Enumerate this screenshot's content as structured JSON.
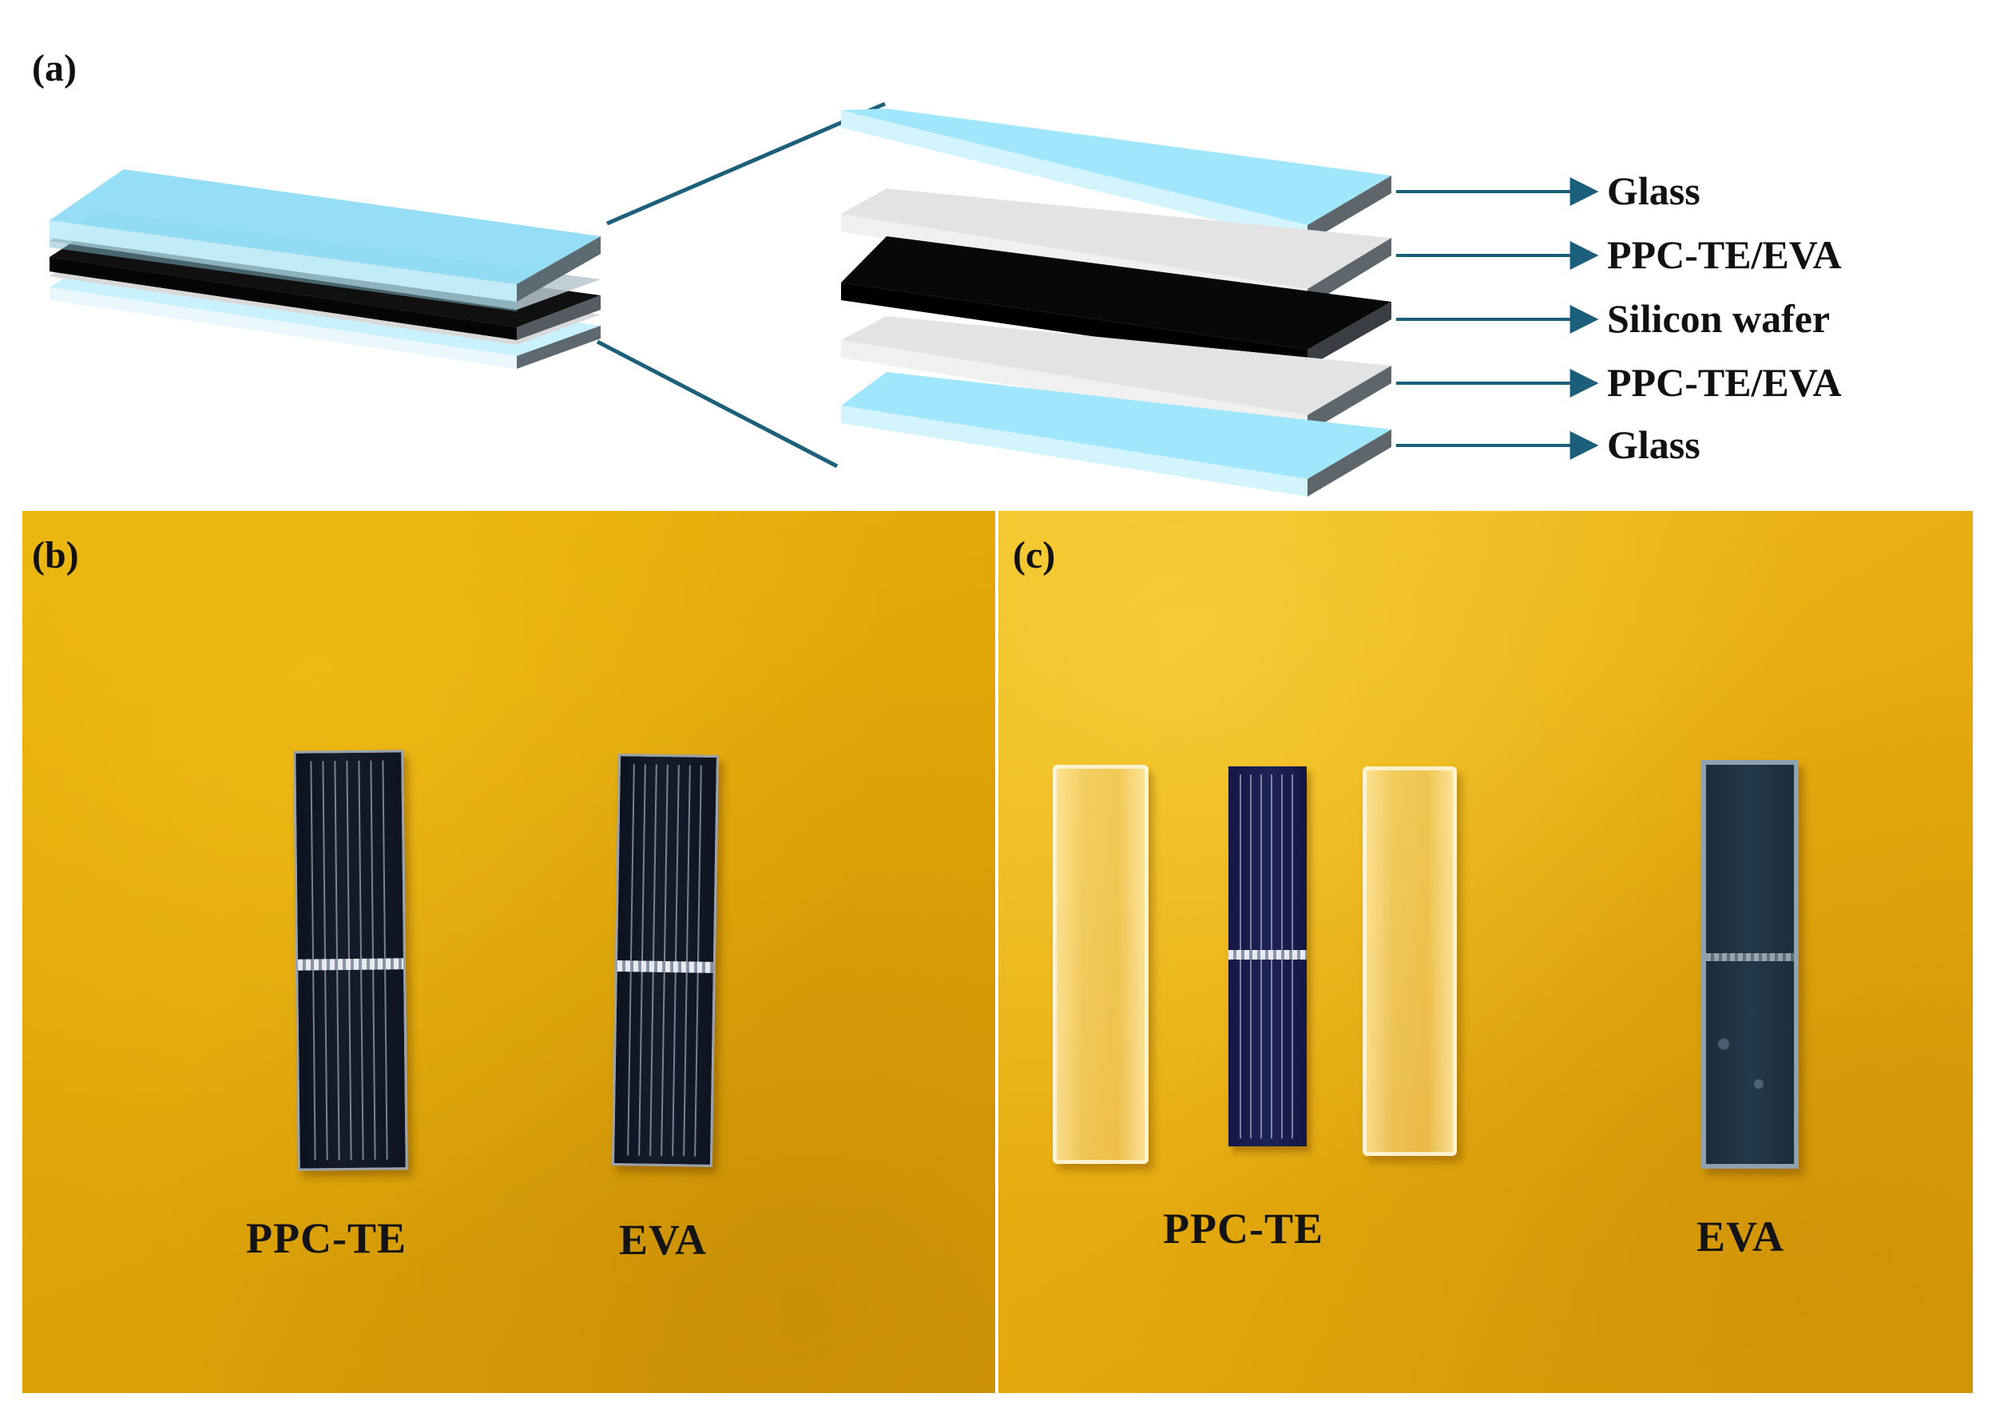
{
  "panels": {
    "a": {
      "label": "(a)"
    },
    "b": {
      "label": "(b)"
    },
    "c": {
      "label": "(c)"
    }
  },
  "layers": [
    {
      "name": "Glass"
    },
    {
      "name": "PPC-TE/EVA"
    },
    {
      "name": "Silicon wafer"
    },
    {
      "name": "PPC-TE/EVA"
    },
    {
      "name": "Glass"
    }
  ],
  "photo_b": {
    "samples": [
      {
        "label": "PPC-TE"
      },
      {
        "label": "EVA"
      }
    ]
  },
  "photo_c": {
    "samples": [
      {
        "label": "PPC-TE"
      },
      {
        "label": "EVA"
      }
    ]
  },
  "colors": {
    "glass": "#9ee6fb",
    "encapsulant": "#e2e2e2",
    "wafer": "#000000",
    "arrow": "#1b5f7a",
    "background_photo": "#e6ab0e"
  }
}
